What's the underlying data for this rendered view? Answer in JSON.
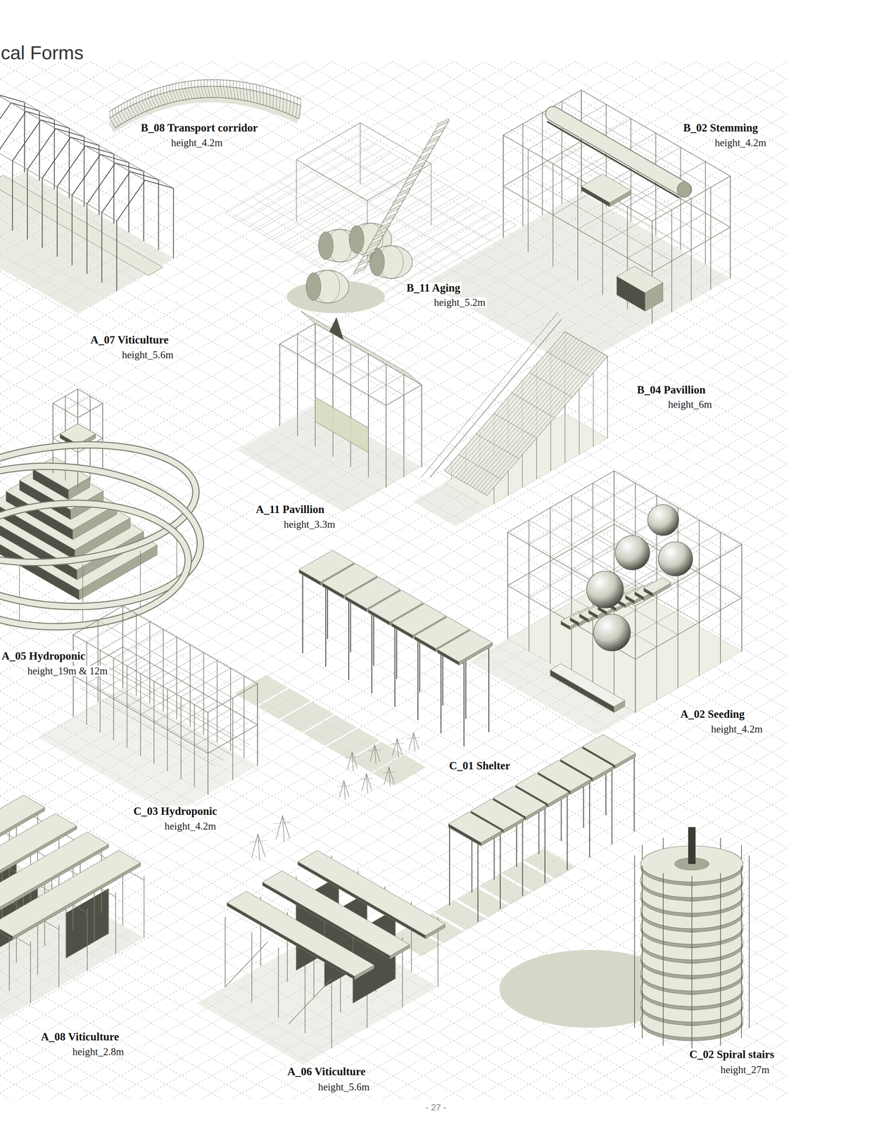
{
  "diagram": {
    "title": "cal Forms",
    "labels": [
      "B_08 Transport corridor",
      "height_4.2m",
      "B_02 Stemming",
      "height_4.2m",
      "B_11 Aging",
      "height_5.2m",
      "A_07 Viticulture",
      "height_5.6m",
      "B_04 Pavillion",
      "height_6m",
      "A_11 Pavillion",
      "height_3.3m",
      "A_05 Hydroponic",
      "height_19m & 12m",
      "A_02 Seeding",
      "height_4.2m",
      "C_01 Shelter",
      "C_03 Hydroponic",
      "height_4.2m",
      "A_08 Viticulture",
      "height_2.8m",
      "A_06 Viticulture",
      "height_5.6m",
      "C_02 Spiral stairs",
      "height_27m",
      "- 27 -"
    ]
  }
}
